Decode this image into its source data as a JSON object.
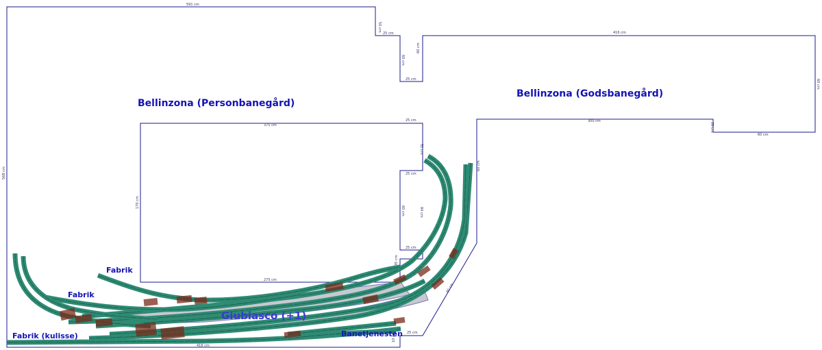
{
  "stations": {
    "bellinzona_person": "Bellinzona (Personbanegård)",
    "bellinzona_gods": "Bellinzona (Godsbanegård)",
    "giubiasco": "Giubiasco (+1)"
  },
  "labels": {
    "fabrik_upper": "Fabrik",
    "fabrik_middle": "Fabrik",
    "fabrik_kulisse": "Fabrik (kulisse)",
    "banetjenesten": "Banetjenesten"
  },
  "dimensions": {
    "top_width": "591 cm",
    "left_height": "568 cm",
    "notch_drop": "50 cm",
    "notch_step": "25 cm",
    "notch_inner_left": "60 cm",
    "notch_inner_right": "60 cm",
    "notch_bottom": "25 cm",
    "right_top": "416 cm",
    "right_side": "60 cm",
    "right_bottom": "60 cm",
    "right_step": "35 cm",
    "gods_lower": "300 cm",
    "gods_side": "60 cm",
    "inner_top": "375 cm",
    "inner_top_right": "25 cm",
    "inner_left": "170 cm",
    "inner_bottom": "275 cm",
    "inner_right_upper": "51 cm",
    "inner_right_top": "25 cm",
    "inner_right_a": "60 cm",
    "inner_right_b": "84 cm",
    "inner_right_bottom": "25 cm",
    "inner_right_low": "35 cm",
    "diag": "80 cm",
    "bottom_right_step": "25 cm",
    "bottom_width": "416 cm",
    "bottom_small": "10 cm"
  }
}
